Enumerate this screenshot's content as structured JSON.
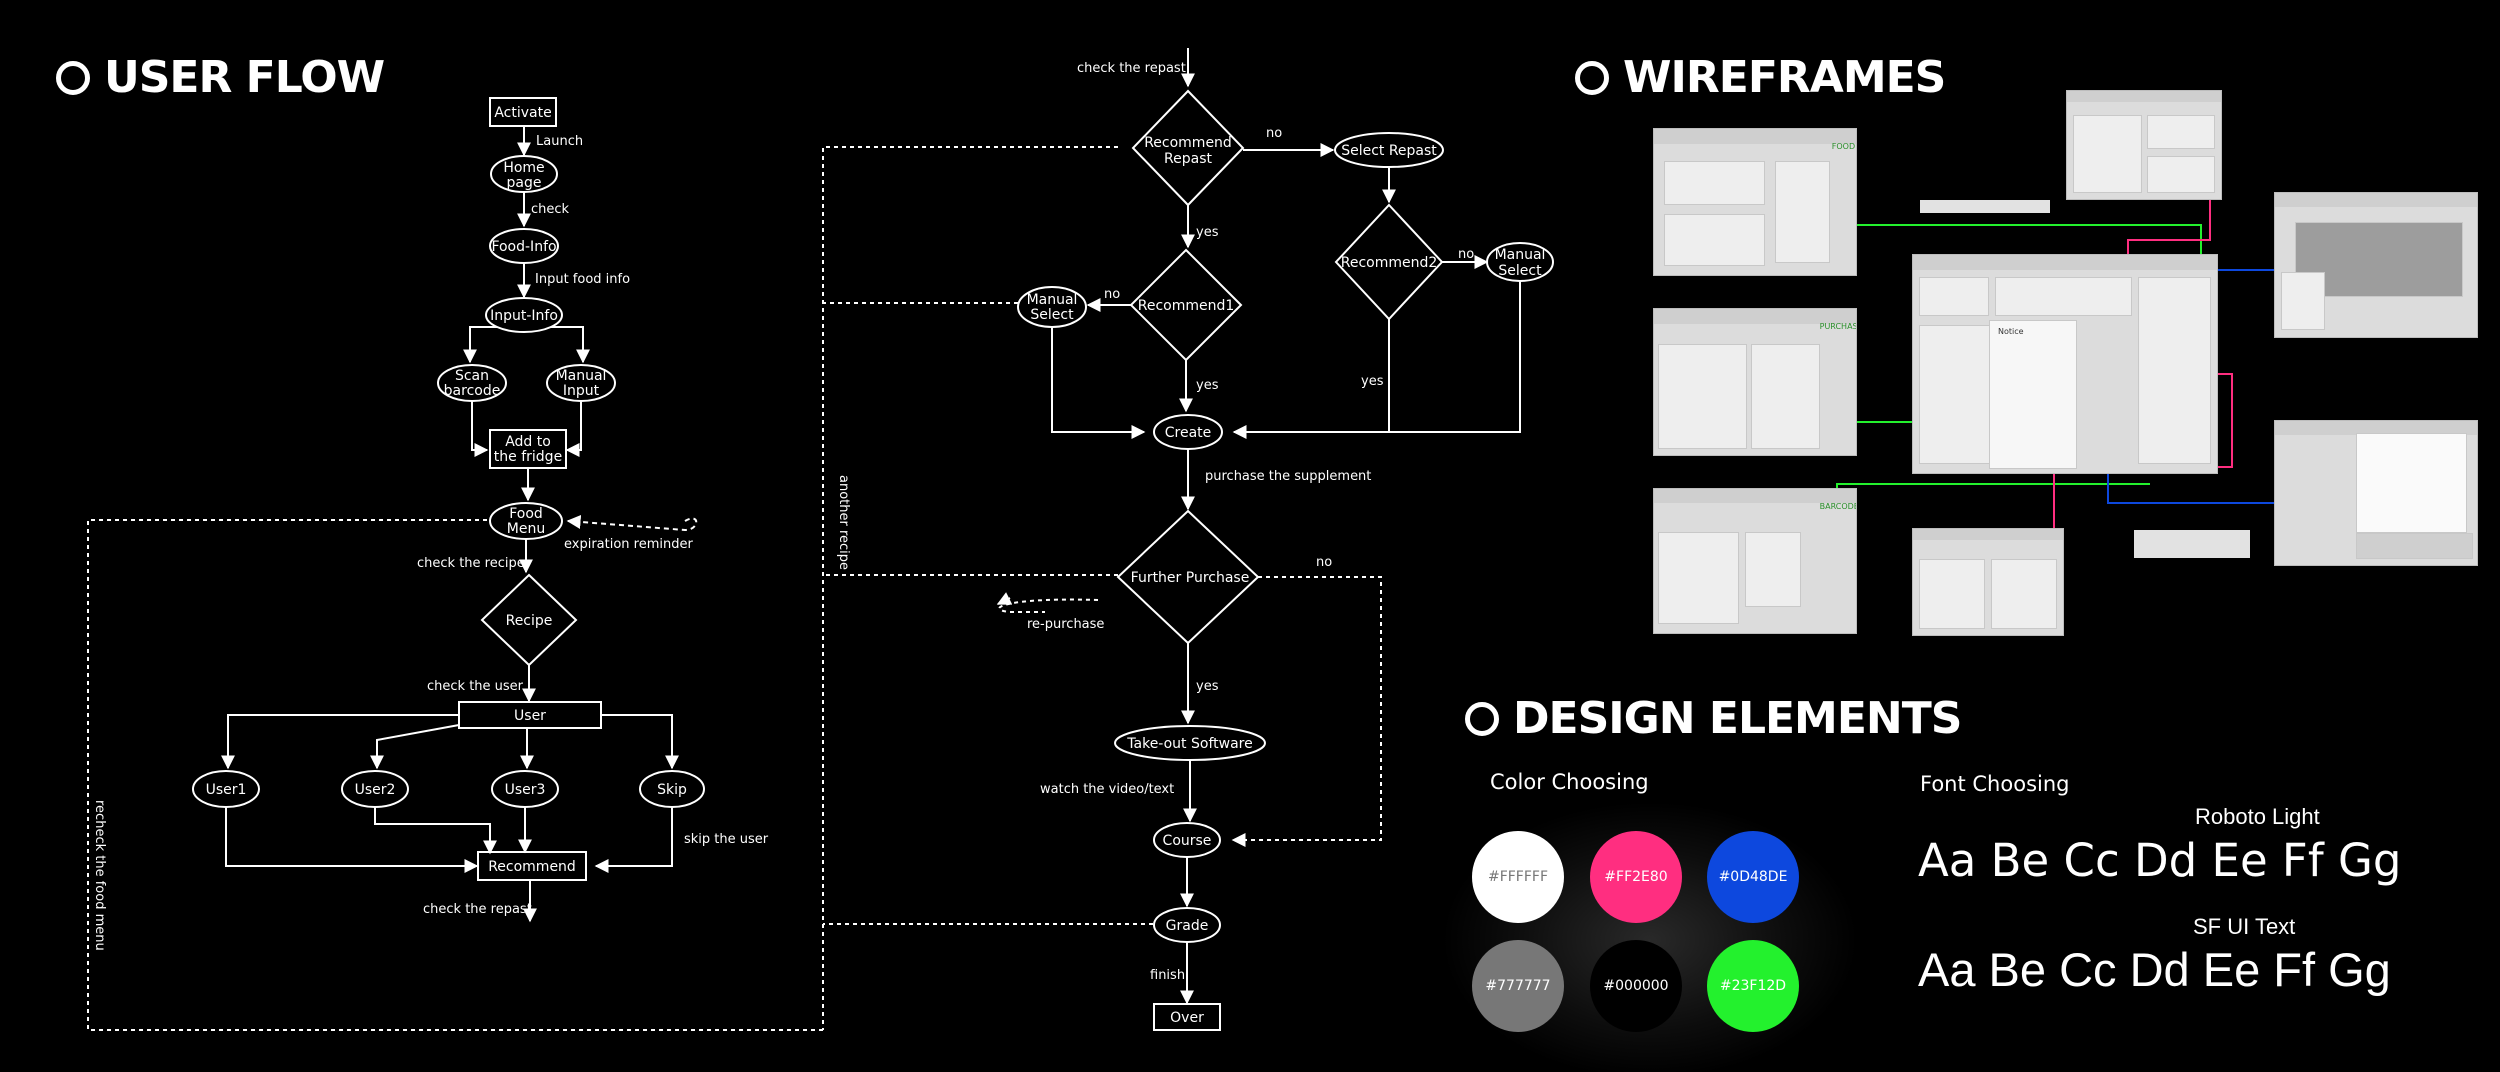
{
  "sections": {
    "user_flow": "USER FLOW",
    "wireframes": "WIREFRAMES",
    "design_elements": "DESIGN ELEMENTS"
  },
  "flow": {
    "nodes": {
      "activate": "Activate",
      "home_1": "Home",
      "home_2": "page",
      "food_info": "Food-Info",
      "input_info": "Input-Info",
      "scan_1": "Scan",
      "scan_2": "barcode",
      "manual_input_1": "Manual",
      "manual_input_2": "Input",
      "fridge_1": "Add to",
      "fridge_2": "the fridge",
      "food_menu_1": "Food",
      "food_menu_2": "Menu",
      "recipe": "Recipe",
      "user": "User",
      "user1": "User1",
      "user2": "User2",
      "user3": "User3",
      "skip": "Skip",
      "recommend": "Recommend",
      "recommend_repast_1": "Recommend",
      "recommend_repast_2": "Repast",
      "select_repast": "Select Repast",
      "recommend1": "Recommend1",
      "recommend2": "Recommend2",
      "manual_select_l_1": "Manual",
      "manual_select_l_2": "Select",
      "manual_select_r_1": "Manual",
      "manual_select_r_2": "Select",
      "create": "Create",
      "further_purchase": "Further Purchase",
      "takeout": "Take-out Software",
      "course": "Course",
      "grade": "Grade",
      "over": "Over"
    },
    "labels": {
      "launch": "Launch",
      "check": "check",
      "input_food_info": "Input food info",
      "expiration_reminder": "expiration reminder",
      "check_the_recipe": "check the recipe",
      "check_the_user": "check the user",
      "skip_the_user": "skip the user",
      "check_the_repast_bottom": "check the repast",
      "check_the_repast_top": "check the repast",
      "recheck_the_food_menu": "recheck the food menu",
      "another_recipe": "another recipe",
      "no_1": "no",
      "no_2": "no",
      "no_3": "no",
      "no_4": "no",
      "yes_1": "yes",
      "yes_2": "yes",
      "yes_3": "yes",
      "yes_4": "yes",
      "purchase_the_supplement": "purchase the supplement",
      "re_purchase": "re-purchase",
      "watch_the_video": "watch the video/text",
      "finish": "finish"
    }
  },
  "wireframes": {
    "tags": {
      "food": "FOOD",
      "purchase": "PURCHASE",
      "barcode": "BARCODE",
      "notice": "Notice"
    }
  },
  "design": {
    "color_label": "Color Choosing",
    "font_label": "Font Choosing",
    "colors": [
      {
        "hex": "#FFFFFF",
        "label": "#FFFFFF",
        "text": "#777777"
      },
      {
        "hex": "#FF2E80",
        "label": "#FF2E80",
        "text": "#FFFFFF"
      },
      {
        "hex": "#0D48DE",
        "label": "#0D48DE",
        "text": "#FFFFFF"
      },
      {
        "hex": "#777777",
        "label": "#777777",
        "text": "#FFFFFF"
      },
      {
        "hex": "#000000",
        "label": "#000000",
        "text": "#FFFFFF"
      },
      {
        "hex": "#23F12D",
        "label": "#23F12D",
        "text": "#FFFFFF"
      }
    ],
    "fonts": [
      {
        "name": "Roboto Light",
        "sample": "Aa Be Cc Dd Ee Ff Gg"
      },
      {
        "name": "SF UI Text",
        "sample": "Aa Be Cc Dd Ee Ff Gg"
      }
    ]
  },
  "accent_colors": {
    "green": "#23F12D",
    "pink": "#FF2E80",
    "blue": "#0D48DE"
  }
}
